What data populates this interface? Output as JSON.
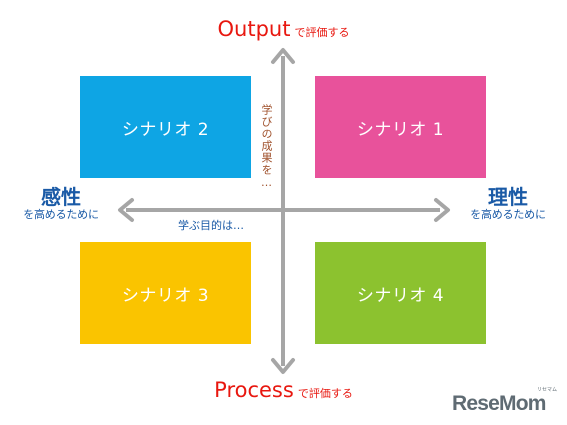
{
  "colors": {
    "accent_red": "#e8170f",
    "label_blue": "#1a5aa6",
    "annotation_brown": "#a0522d",
    "axis_gray": "#a6a6a6",
    "logo_gray": "#5f6b73",
    "quadrant_1": "#e8529b",
    "quadrant_2": "#0ea5e4",
    "quadrant_3": "#fac400",
    "quadrant_4": "#8cc22f"
  },
  "top": {
    "main": "Output",
    "sub": "で評価する"
  },
  "bottom": {
    "main": "Process",
    "sub": "で評価する"
  },
  "left": {
    "big": "感性",
    "small": "を高めるために"
  },
  "right": {
    "big": "理性",
    "small": "を高めるために"
  },
  "axis_notes": {
    "horizontal": "学ぶ目的は…",
    "vertical": "学びの成果を…"
  },
  "quadrants": {
    "q1": "シナリオ 1",
    "q2": "シナリオ 2",
    "q3": "シナリオ 3",
    "q4": "シナリオ 4"
  },
  "logo": {
    "text": "ReseMom",
    "small": "リセマム"
  }
}
